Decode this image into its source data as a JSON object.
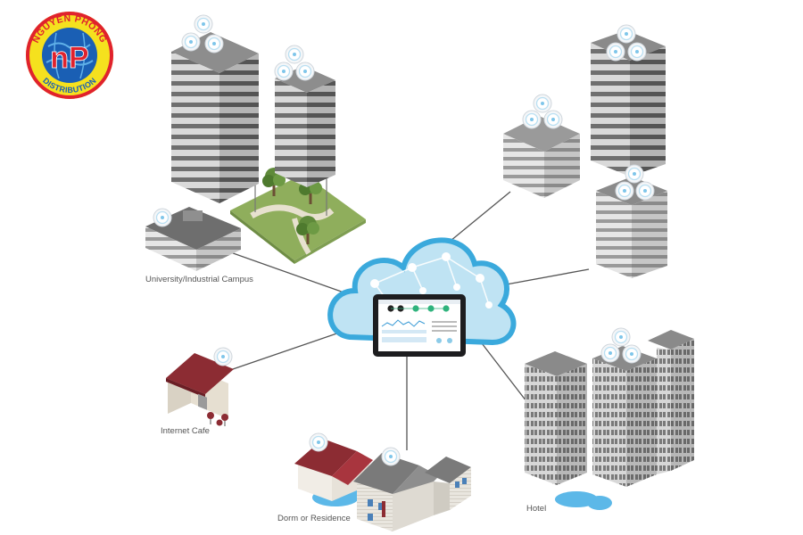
{
  "logo": {
    "top_text": "NGUYEN PHONG",
    "bottom_text": "DISTRIBUTION",
    "monogram": "nP"
  },
  "labels": {
    "campus": "University/Industrial Campus",
    "cafe": "Internet Cafe",
    "dorm": "Dorm or Residence",
    "hotel": "Hotel"
  },
  "colors": {
    "cloud": "#bfe3f3",
    "cloud_edge": "#3aa9dc",
    "link_line": "#555555",
    "roof_red": "#8c2c33",
    "logo_yellow": "#f5e11e",
    "logo_red": "#e0222d",
    "logo_blue": "#1a5fb4",
    "grass": "#8fae5c",
    "water": "#5cb8e8"
  },
  "icons": [
    "access-point-icon",
    "tablet-dashboard-icon",
    "cloud-icon",
    "tree-icon",
    "globe-icon"
  ]
}
